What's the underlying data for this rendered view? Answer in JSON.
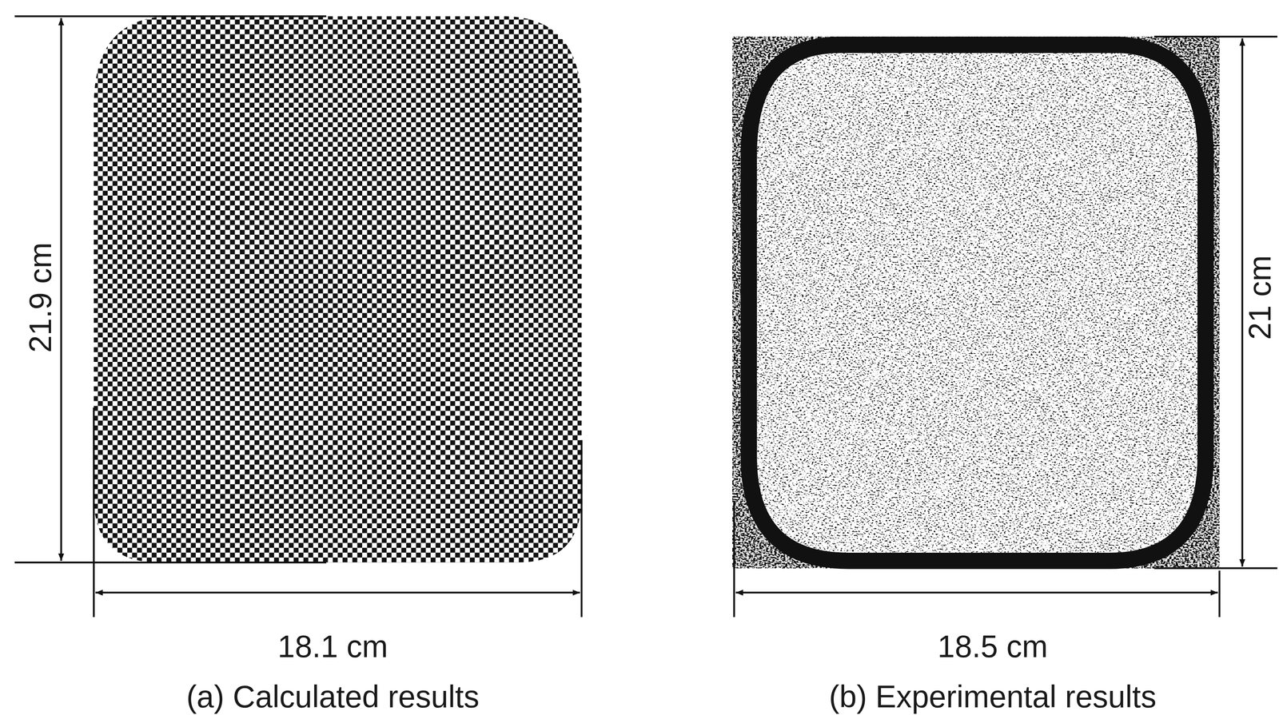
{
  "diagram": {
    "labels": [
      "21.9 cm",
      "18.1 cm",
      "(a) Calculated results",
      "18.5 cm",
      "21 cm",
      "(b) Experimental results"
    ]
  }
}
